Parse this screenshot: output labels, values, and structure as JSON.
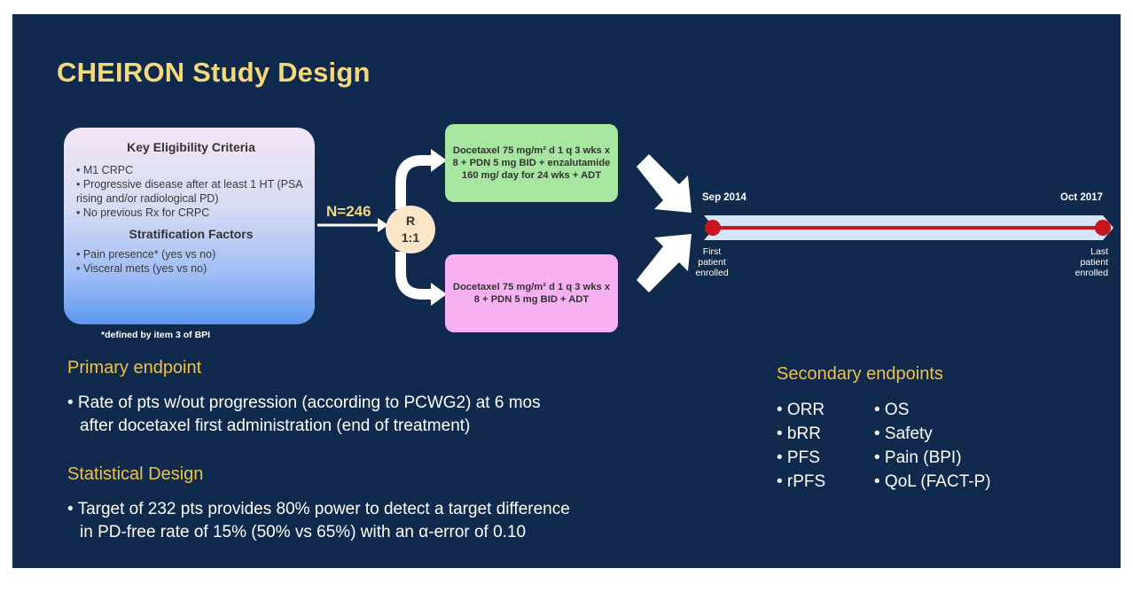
{
  "title": "CHEIRON Study Design",
  "eligibility": {
    "heading": "Key Eligibility Criteria",
    "criteria": [
      "• M1 CRPC",
      "• Progressive disease after at least 1 HT (PSA rising and/or radiological PD)",
      "• No previous Rx for CRPC"
    ],
    "strat_heading": "Stratification Factors",
    "strat_factors": [
      "• Pain presence* (yes vs no)",
      "• Visceral mets (yes vs no)"
    ],
    "footnote": "*defined by item 3 of BPI"
  },
  "enrollment_label": "N=246",
  "randomization": {
    "line1": "R",
    "line2": "1:1"
  },
  "arms": [
    {
      "text": "Docetaxel 75 mg/m² d 1 q 3 wks x 8 + PDN 5 mg BID + enzalutamide 160 mg/ day for 24 wks + ADT"
    },
    {
      "text": "Docetaxel 75 mg/m² d 1 q 3 wks x 8 + PDN 5 mg BID + ADT"
    }
  ],
  "timeline": {
    "start_date": "Sep 2014",
    "end_date": "Oct 2017",
    "start_label": [
      "First",
      "patient",
      "enrolled"
    ],
    "end_label": [
      "Last",
      "patient",
      "enrolled"
    ]
  },
  "primary": {
    "heading": "Primary endpoint",
    "lines": [
      "• Rate of pts w/out progression (according to PCWG2) at 6 mos",
      "after docetaxel first administration (end of treatment)"
    ]
  },
  "statistical": {
    "heading": "Statistical Design",
    "lines": [
      "• Target of 232 pts provides 80% power to detect a target difference",
      "in PD-free rate of 15% (50% vs 65%) with an α-error of 0.10"
    ]
  },
  "secondary": {
    "heading": "Secondary endpoints",
    "col1": [
      "• ORR",
      "• bRR",
      "• PFS",
      "• rPFS"
    ],
    "col2": [
      "• OS",
      "• Safety",
      "• Pain (BPI)",
      "• QoL (FACT-P)"
    ]
  },
  "colors": {
    "background": "#102a4e",
    "title": "#f5d87a",
    "heading": "#f0c24a",
    "arm_combo": "#a7e6a1",
    "arm_control": "#f7b0f1",
    "timeline_line": "#c8141c",
    "timeline_bar": "#d5e4f7"
  }
}
